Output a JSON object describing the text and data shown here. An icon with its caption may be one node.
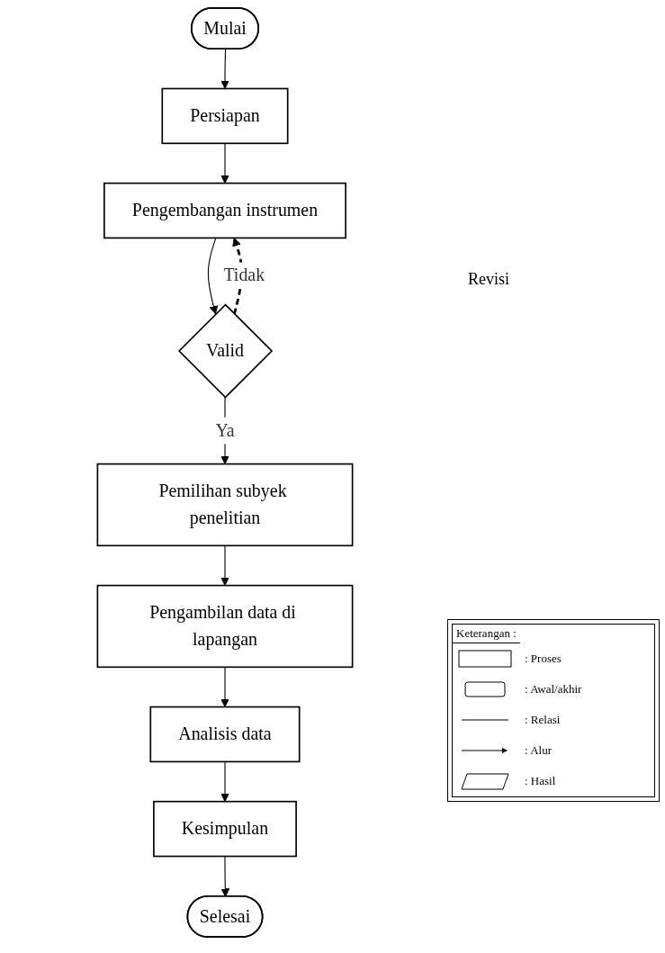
{
  "diagram": {
    "nodes": [
      {
        "text": [
          "Mulai"
        ]
      },
      {
        "text": [
          "Persiapan"
        ]
      },
      {
        "text": [
          "Pengembangan instrumen"
        ]
      },
      {
        "text": [
          "Valid"
        ]
      },
      {
        "text": [
          "Pemilihan subyek penelitian"
        ]
      },
      {
        "text": [
          "Pengambilan data di lapangan"
        ]
      },
      {
        "text": [
          "Analisis data"
        ]
      },
      {
        "text": [
          "Kesimpulan"
        ]
      },
      {
        "text": [
          "Selesai"
        ]
      }
    ],
    "edges": [
      {
        "from": 0,
        "to": 1,
        "arrow": "to"
      },
      {
        "from": 1,
        "to": 2,
        "arrow": "to"
      },
      {
        "from": 2,
        "to": 3,
        "arrow": "to"
      },
      {
        "from": 3,
        "to": 2,
        "arrow": "to",
        "label": "Tidak",
        "style": "dashed"
      },
      {
        "from": 3,
        "to": 4,
        "arrow": "to",
        "label": "Ya"
      },
      {
        "from": 4,
        "to": 5,
        "arrow": "to"
      },
      {
        "from": 5,
        "to": 6,
        "arrow": "to"
      },
      {
        "from": 6,
        "to": 7,
        "arrow": "to"
      },
      {
        "from": 7,
        "to": 8,
        "arrow": "to"
      }
    ],
    "labels": [
      "Revisi",
      "Keterangan :"
    ],
    "legend": [
      {
        "text": ": Proses"
      },
      {
        "text": ": Awal/akhir"
      },
      {
        "text": ": Relasi"
      },
      {
        "text": ": Alur"
      },
      {
        "text": ": Hasil"
      }
    ]
  }
}
